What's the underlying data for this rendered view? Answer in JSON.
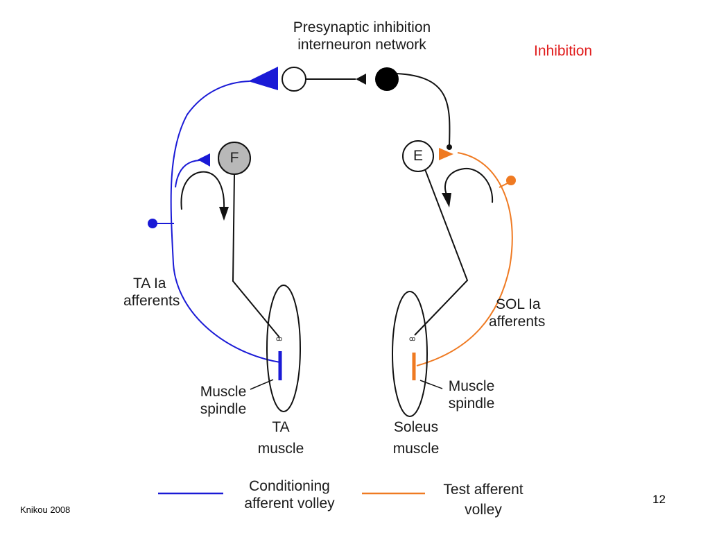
{
  "network_label": {
    "line1": "Presynaptic inhibition",
    "line2": "interneuron network"
  },
  "inhibition_label": "Inhibition",
  "neuron_f_label": "F",
  "neuron_e_label": "E",
  "ta_afferents": {
    "line1": "TA Ia",
    "line2": "afferents"
  },
  "sol_afferents": {
    "line1": "SOL Ia",
    "line2": "afferents"
  },
  "left_spindle": {
    "line1": "Muscle",
    "line2": "spindle"
  },
  "right_spindle": {
    "line1": "Muscle",
    "line2": "spindle"
  },
  "ta_muscle": {
    "line1": "TA",
    "line2": "muscle"
  },
  "soleus_muscle": {
    "line1": "Soleus",
    "line2": "muscle"
  },
  "legend": {
    "conditioning": {
      "line1": "Conditioning",
      "line2": "afferent volley",
      "color": "#1a1ad6"
    },
    "test": {
      "line1": "Test afferent",
      "line2": "volley",
      "color": "#ef7a22"
    }
  },
  "citation": "Knikou 2008",
  "page_number": "12",
  "colors": {
    "blue": "#1a1ad6",
    "orange": "#ef7a22",
    "inhibition_red": "#e01b1b",
    "gray_neuron": "#b8b8b8"
  }
}
